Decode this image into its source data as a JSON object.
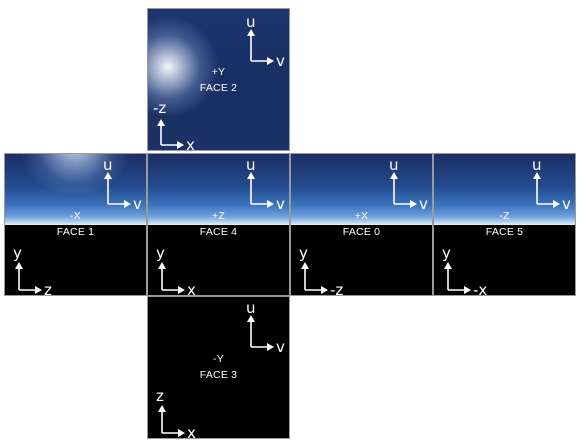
{
  "faces": {
    "top": {
      "name": "+Y",
      "label": "FACE 2",
      "uv": {
        "up": "u",
        "right": "v"
      },
      "axes": {
        "up": "-z",
        "right": "x"
      }
    },
    "left": {
      "name": "-X",
      "label": "FACE 1",
      "uv": {
        "up": "u",
        "right": "v"
      },
      "axes": {
        "up": "y",
        "right": "z"
      }
    },
    "front": {
      "name": "+Z",
      "label": "FACE 4",
      "uv": {
        "up": "u",
        "right": "v"
      },
      "axes": {
        "up": "y",
        "right": "x"
      }
    },
    "right": {
      "name": "+X",
      "label": "FACE 0",
      "uv": {
        "up": "u",
        "right": "v"
      },
      "axes": {
        "up": "y",
        "right": "-z"
      }
    },
    "back": {
      "name": "-Z",
      "label": "FACE 5",
      "uv": {
        "up": "u",
        "right": "v"
      },
      "axes": {
        "up": "y",
        "right": "-x"
      }
    },
    "bottom": {
      "name": "-Y",
      "label": "FACE 3",
      "uv": {
        "up": "u",
        "right": "v"
      },
      "axes": {
        "up": "z",
        "right": "x"
      }
    }
  },
  "colors": {
    "sky_top": "#1b2f63",
    "sky_horizon": "#e8f2fb",
    "ground": "#000000",
    "border": "#9a9a9a",
    "text": "#ffffff"
  }
}
